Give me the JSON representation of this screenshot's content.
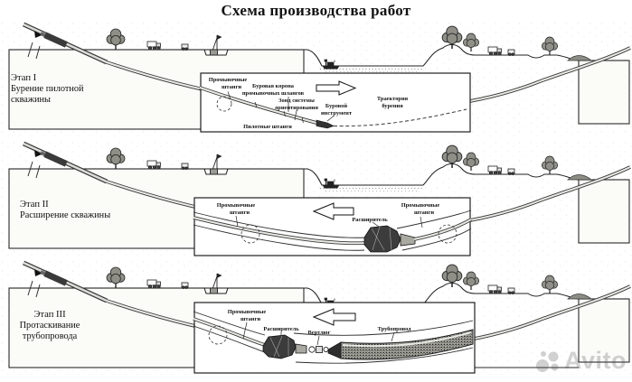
{
  "title": "Схема производства работ",
  "watermark": {
    "brand": "Avito"
  },
  "stages": [
    {
      "name": "stage-1",
      "label_lines": [
        "Этап I",
        "Бурение пилотной",
        "скважины"
      ],
      "inset": {
        "arrow_direction": "right",
        "labels": {
          "flush_rods": [
            "Промывочные",
            "штанги"
          ],
          "drill_crown": [
            "Буровая корона",
            "промывочных шлангов"
          ],
          "orientation_probe": [
            "Зонд системы",
            "ориентирования"
          ],
          "drill_tool": [
            "Буровой",
            "инструмент"
          ],
          "trajectory": [
            "Траектория",
            "бурения"
          ],
          "pilot_rods": "Пилотные штанги"
        }
      }
    },
    {
      "name": "stage-2",
      "label_lines": [
        "Этап II",
        "Расширение скважины"
      ],
      "inset": {
        "arrow_direction": "left",
        "labels": {
          "flush_rods_left": [
            "Промывочные",
            "штанги"
          ],
          "reamer": "Расширитель",
          "flush_rods_right": [
            "Промывочные",
            "штанги"
          ]
        }
      }
    },
    {
      "name": "stage-3",
      "label_lines": [
        "Этап III",
        "Протаскивание",
        "трубопровода"
      ],
      "inset": {
        "arrow_direction": "left",
        "labels": {
          "flush_rods": [
            "Промывочные",
            "штанги"
          ],
          "reamer": "Расширитель",
          "swivel": "Вертлюг",
          "pipeline": "Трубопровод"
        }
      }
    }
  ]
}
